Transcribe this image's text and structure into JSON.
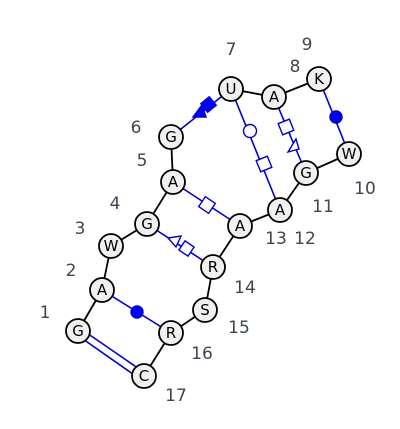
{
  "nucleotides": [
    {
      "id": 1,
      "letter": "G",
      "number": "1"
    },
    {
      "id": 2,
      "letter": "A",
      "number": "2"
    },
    {
      "id": 3,
      "letter": "W",
      "number": "3"
    },
    {
      "id": 4,
      "letter": "G",
      "number": "4"
    },
    {
      "id": 5,
      "letter": "A",
      "number": "5"
    },
    {
      "id": 6,
      "letter": "G",
      "number": "6"
    },
    {
      "id": 7,
      "letter": "U",
      "number": "7"
    },
    {
      "id": 8,
      "letter": "A",
      "number": "8"
    },
    {
      "id": 9,
      "letter": "K",
      "number": "9"
    },
    {
      "id": 10,
      "letter": "W",
      "number": "10"
    },
    {
      "id": 11,
      "letter": "G",
      "number": "11"
    },
    {
      "id": 12,
      "letter": "A",
      "number": "12"
    },
    {
      "id": 13,
      "letter": "A",
      "number": "13"
    },
    {
      "id": 14,
      "letter": "R",
      "number": "14"
    },
    {
      "id": 15,
      "letter": "S",
      "number": "15"
    },
    {
      "id": 16,
      "letter": "R",
      "number": "16"
    },
    {
      "id": 17,
      "letter": "C",
      "number": "17"
    }
  ],
  "colors": {
    "pair": "#0000cc",
    "backbone": "#000000",
    "node_fill": "#f0f0f0",
    "label": "#3c4650"
  }
}
